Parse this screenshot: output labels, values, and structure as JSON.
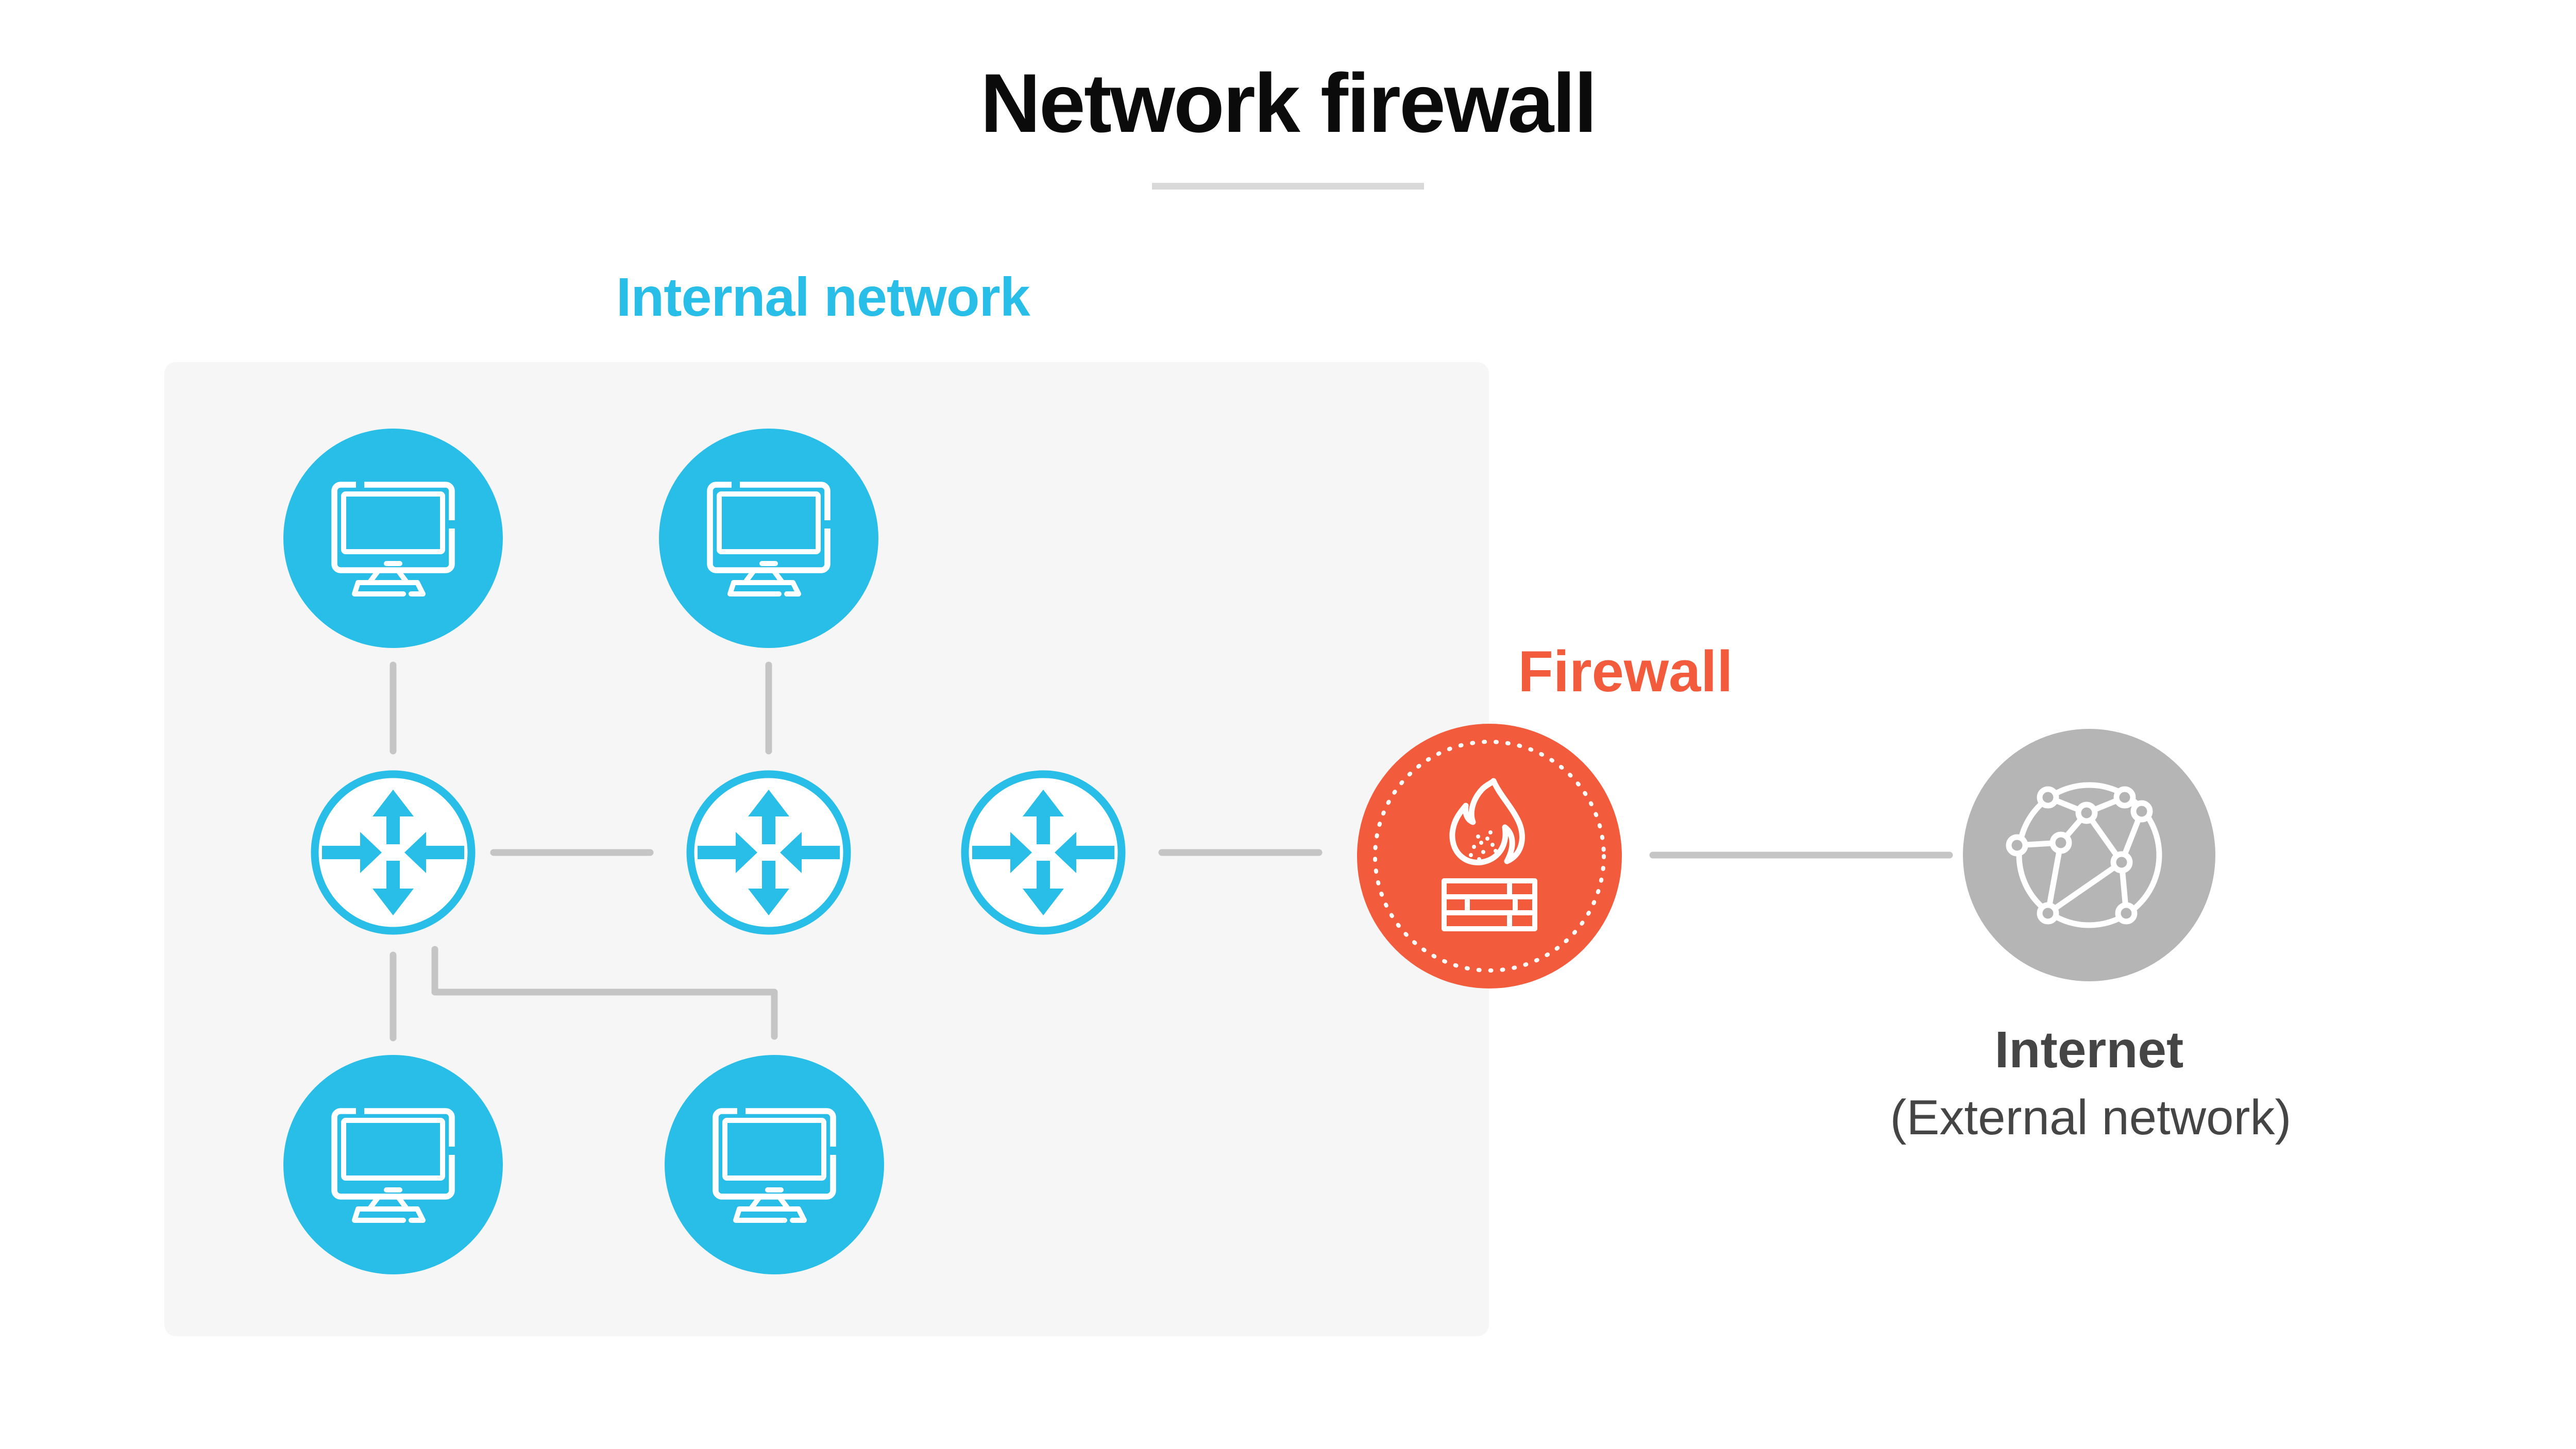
{
  "title": {
    "text": "Network firewall"
  },
  "zones": {
    "internal": {
      "label": "Internal network",
      "computers_count": 4,
      "routers_count": 3
    },
    "firewall": {
      "label": "Firewall"
    },
    "internet": {
      "label": "Internet",
      "sublabel": "(External network)"
    }
  },
  "colors": {
    "internal_accent": "#29BEE8",
    "firewall_accent": "#F25B3C",
    "internet_circle": "#B5B5B5",
    "panel_background": "#F6F6F6",
    "connector_line": "#C5C5C5",
    "title_text": "#0B0B0B",
    "secondary_text": "#454545",
    "title_underline": "#D9D9D9",
    "icon_stroke": "#FFFFFF"
  },
  "icons": [
    "monitor-icon",
    "router-arrows-icon",
    "flame-icon",
    "brick-wall-icon",
    "globe-network-icon"
  ]
}
